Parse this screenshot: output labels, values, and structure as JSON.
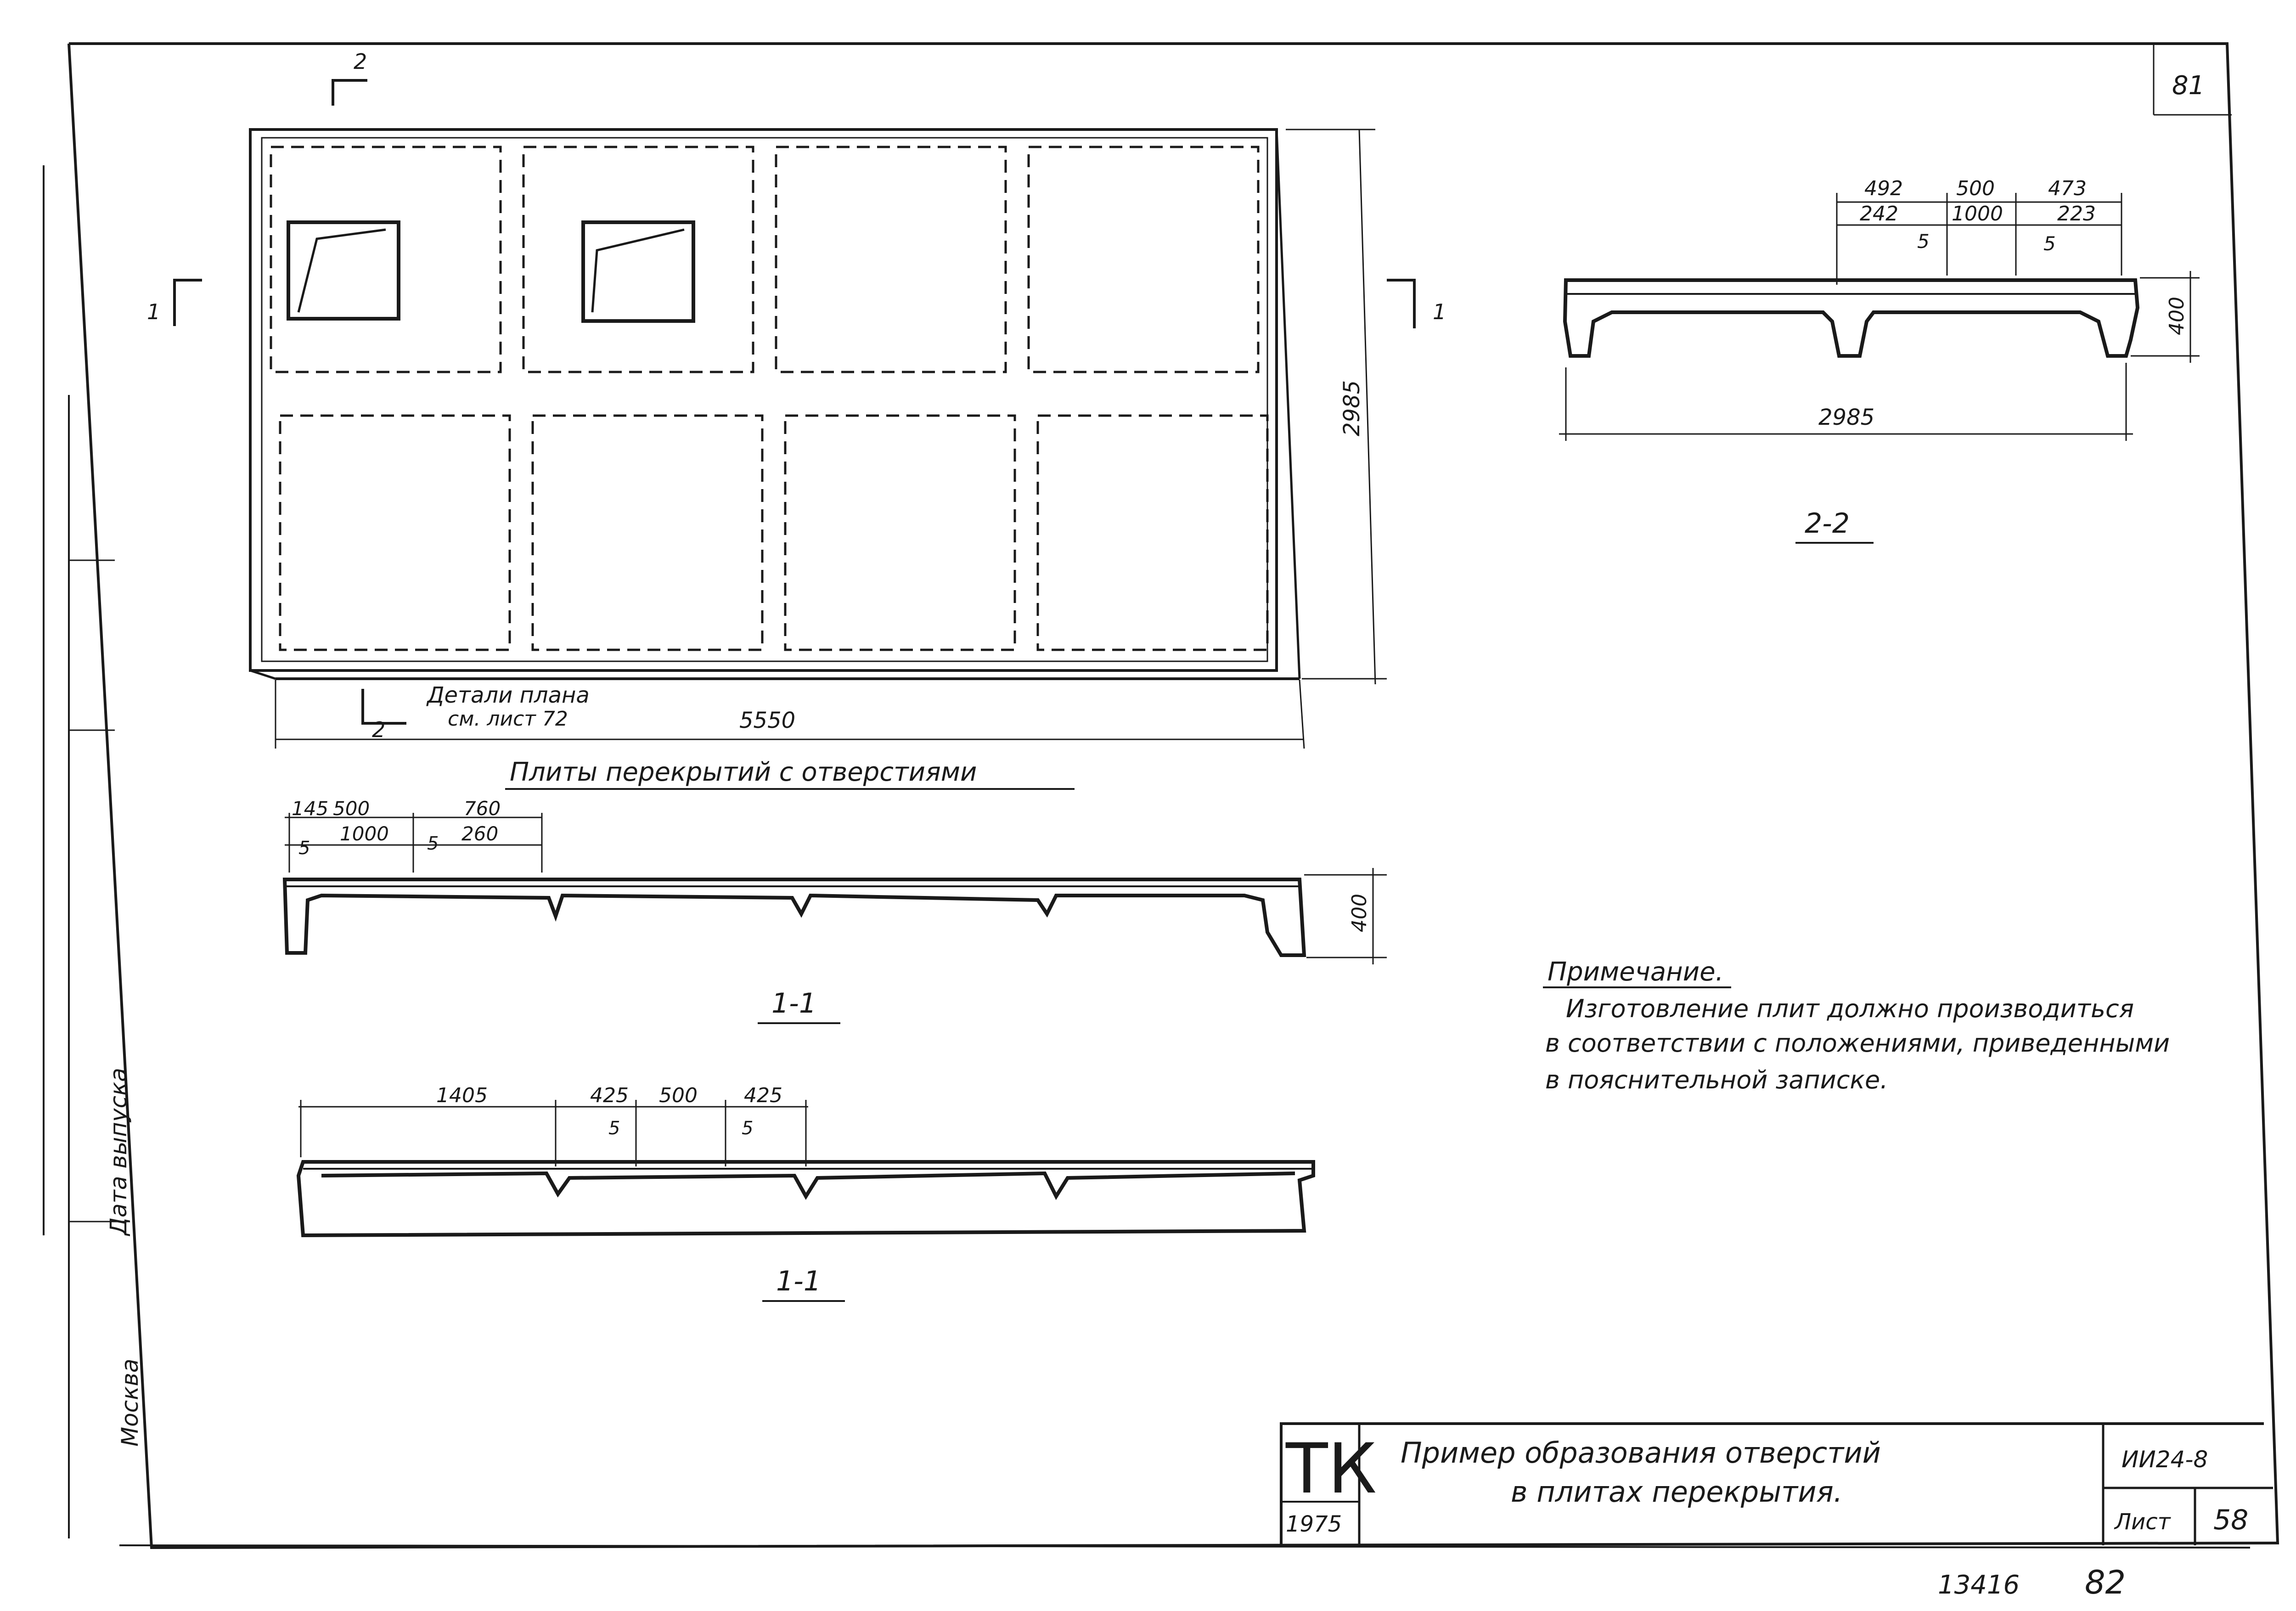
{
  "sheet": {
    "corner_page": "81",
    "bottom_number": "13416",
    "bottom_page": "82",
    "left_margin_top": "Дата выпуска",
    "left_margin_bottom": "Москва"
  },
  "plan": {
    "section_mark_top": "2",
    "section_mark_bottom": "2",
    "section_mark_left": "1",
    "section_mark_right": "1",
    "width_dim": "5550",
    "height_dim": "2985",
    "details_note_line1": "Детали плана",
    "details_note_line2": "см. лист 72",
    "caption": "Плиты перекрытий с отверстиями"
  },
  "section_2_2": {
    "dims_top": [
      "492",
      "500",
      "473"
    ],
    "dims_mid": [
      "242",
      "1000",
      "223"
    ],
    "gap_a": "5",
    "gap_b": "5",
    "height_dim": "400",
    "width_dim": "2985",
    "label": "2-2"
  },
  "section_1_1_a": {
    "dims_top": [
      "145",
      "500",
      "760"
    ],
    "dims_mid": [
      "1000",
      "260"
    ],
    "gap_a": "5",
    "gap_b": "5",
    "height_dim": "400",
    "label": "1-1"
  },
  "section_1_1_b": {
    "dims_top": [
      "1405",
      "425",
      "500",
      "425"
    ],
    "gap_a": "5",
    "gap_b": "5",
    "label": "1-1"
  },
  "note": {
    "title": "Примечание.",
    "line1": "Изготовление плит должно производиться",
    "line2": "в соответствии с положениями, приведенными",
    "line3": "в пояснительной записке."
  },
  "title_block": {
    "org": "ТК",
    "year": "1975",
    "title_line1": "Пример образования отверстий",
    "title_line2": "в плитах перекрытия.",
    "code": "ИИ24-8",
    "sheet_label": "Лист",
    "sheet_number": "58"
  }
}
